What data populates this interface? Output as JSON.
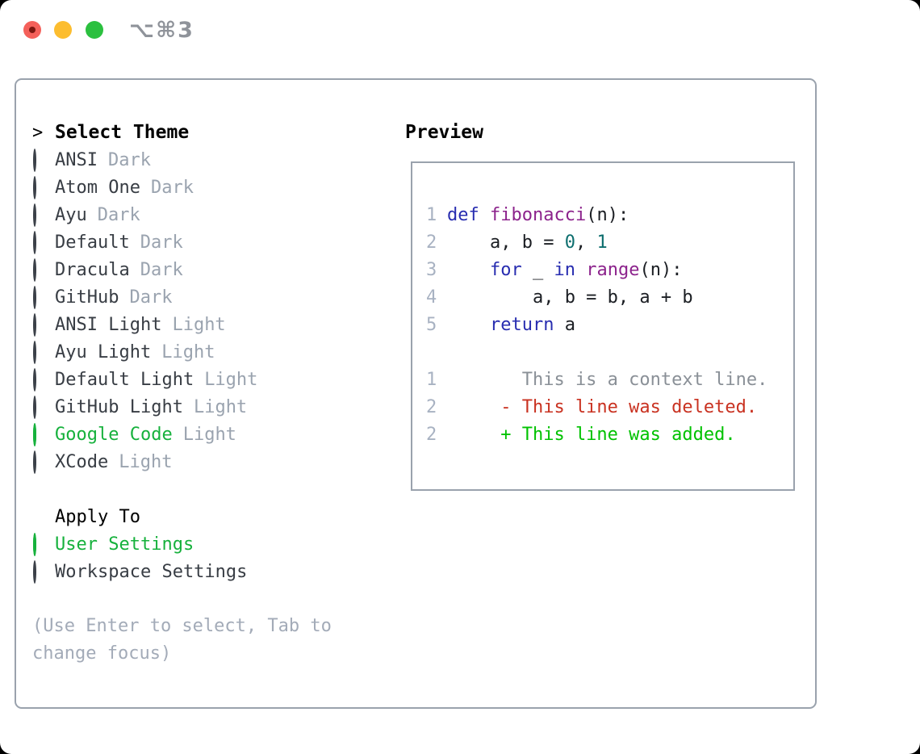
{
  "window": {
    "shortcut_title": "⌥⌘3"
  },
  "colors": {
    "selection_green": "#16b13c",
    "diff_deleted_red": "#c93221",
    "diff_added_green": "#00c200",
    "keyword_blue": "#282db0",
    "function_purple": "#8c238c",
    "literal_teal": "#0d6e6e",
    "muted_gray": "#9aa3af",
    "panel_border": "#9aa2ad",
    "traffic_red": "#f4605a",
    "traffic_yellow": "#fcbd2f",
    "traffic_green": "#2bc03f"
  },
  "theme_list": {
    "cursor": ">",
    "title": "Select Theme",
    "items": [
      {
        "name": "ANSI",
        "variant": "Dark",
        "selected": false
      },
      {
        "name": "Atom One",
        "variant": "Dark",
        "selected": false
      },
      {
        "name": "Ayu",
        "variant": "Dark",
        "selected": false
      },
      {
        "name": "Default",
        "variant": "Dark",
        "selected": false
      },
      {
        "name": "Dracula",
        "variant": "Dark",
        "selected": false
      },
      {
        "name": "GitHub",
        "variant": "Dark",
        "selected": false
      },
      {
        "name": "ANSI Light",
        "variant": "Light",
        "selected": false
      },
      {
        "name": "Ayu Light",
        "variant": "Light",
        "selected": false
      },
      {
        "name": "Default Light",
        "variant": "Light",
        "selected": false
      },
      {
        "name": "GitHub Light",
        "variant": "Light",
        "selected": false
      },
      {
        "name": "Google Code",
        "variant": "Light",
        "selected": true
      },
      {
        "name": "XCode",
        "variant": "Light",
        "selected": false
      }
    ]
  },
  "apply_to": {
    "title": "Apply To",
    "items": [
      {
        "name": "User Settings",
        "selected": true
      },
      {
        "name": "Workspace Settings",
        "selected": false
      }
    ]
  },
  "help_lines": [
    "(Use Enter to select, Tab to",
    "change focus)"
  ],
  "preview": {
    "title": "Preview",
    "lines": [
      {
        "num": "1",
        "segments": [
          {
            "c": "kw",
            "t": "def"
          },
          {
            "c": "pl",
            "t": " "
          },
          {
            "c": "fn",
            "t": "fibonacci"
          },
          {
            "c": "pl",
            "t": "(n):"
          }
        ]
      },
      {
        "num": "2",
        "segments": [
          {
            "c": "pl",
            "t": "    a, b = "
          },
          {
            "c": "num",
            "t": "0"
          },
          {
            "c": "pl",
            "t": ", "
          },
          {
            "c": "num",
            "t": "1"
          }
        ]
      },
      {
        "num": "3",
        "segments": [
          {
            "c": "pl",
            "t": "    "
          },
          {
            "c": "kw",
            "t": "for"
          },
          {
            "c": "pl",
            "t": " _ "
          },
          {
            "c": "kw",
            "t": "in"
          },
          {
            "c": "pl",
            "t": " "
          },
          {
            "c": "fn",
            "t": "range"
          },
          {
            "c": "pl",
            "t": "(n):"
          }
        ]
      },
      {
        "num": "4",
        "segments": [
          {
            "c": "pl",
            "t": "        a, b = b, a + b"
          }
        ]
      },
      {
        "num": "5",
        "segments": [
          {
            "c": "pl",
            "t": "    "
          },
          {
            "c": "kw",
            "t": "return"
          },
          {
            "c": "pl",
            "t": " a"
          }
        ]
      },
      {
        "num": "",
        "segments": []
      },
      {
        "num": "1",
        "segments": [
          {
            "c": "ctx",
            "t": "       This is a context line."
          }
        ]
      },
      {
        "num": "2",
        "segments": [
          {
            "c": "del",
            "t": "     - This line was deleted."
          }
        ]
      },
      {
        "num": "2",
        "segments": [
          {
            "c": "add",
            "t": "     + This line was added."
          }
        ]
      }
    ]
  }
}
